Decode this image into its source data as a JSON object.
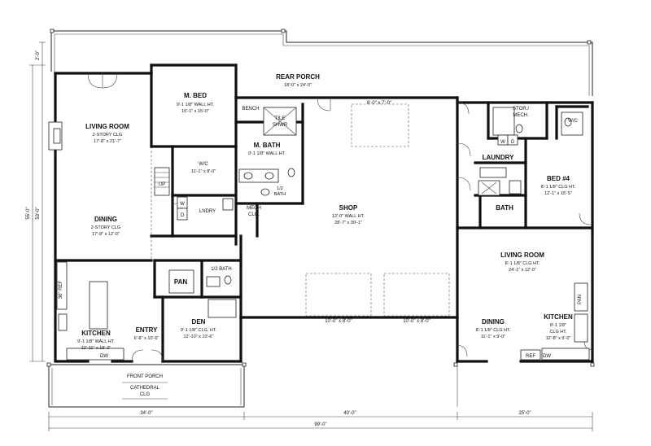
{
  "rooms": {
    "rear_porch": {
      "name": "REAR PORCH",
      "size": "18'-0\" x 24'-0\""
    },
    "living_room_left": {
      "name": "LIVING ROOM",
      "ceiling": "2-STORY CLG",
      "size": "17'-8\" x 21'-7\""
    },
    "master_bed": {
      "name": "M. BED",
      "wall": "9'-1 1/8\" WALL HT.",
      "size": "15'-1\" x 15'-0\""
    },
    "bench": {
      "name": "BENCH"
    },
    "tile_shower": {
      "line1": "TILE",
      "line2": "SHWR"
    },
    "master_bath": {
      "name": "M. BATH",
      "wall": "9'-1 1/8\" WALL HT."
    },
    "master_wic": {
      "name": "W/C",
      "size": "11'-1\" x 8'-0\""
    },
    "half_bath_upper": {
      "line1": "1/2",
      "line2": "BATH"
    },
    "laundry_left": {
      "name": "LNDRY"
    },
    "mech_clo": {
      "line1": "MECH",
      "line2": "CLO."
    },
    "shop": {
      "name": "SHOP",
      "wall": "12'-0\" WALL HT.",
      "size": "28'-7\" x 39'-1\""
    },
    "shop_door_top": {
      "size": "8'-0\" x 7'-0\""
    },
    "shop_door_left": {
      "size": "10'-0\" x 8'-0\""
    },
    "shop_door_right": {
      "size": "10'-0\" x 8'-0\""
    },
    "stor_mech": {
      "line1": "STOR./",
      "line2": "MECH."
    },
    "wic_right": {
      "name": "W/C"
    },
    "laundry_right": {
      "name": "LAUNDRY"
    },
    "bed4": {
      "name": "BED #4",
      "ceiling": "8'-1 1/8\" CLG HT.",
      "size": "12'-1\" x 15'-5\""
    },
    "bath_right": {
      "name": "BATH"
    },
    "dining_left": {
      "name": "DINING",
      "ceiling": "2-STORY CLG",
      "size": "17'-8\" x 12'-0\""
    },
    "pan_left": {
      "name": "PAN"
    },
    "half_bath_lower": {
      "name": "1/2 BATH"
    },
    "ref_36": {
      "name": "36\" REF"
    },
    "kitchen_left": {
      "name": "KITCHEN",
      "wall": "9'-1 1/8\" WALL HT.",
      "size": "12'-11\" x 18'-2\""
    },
    "dw_left": {
      "name": "DW"
    },
    "entry": {
      "name": "ENTRY",
      "size": "6'-8\" x 10'-6\""
    },
    "den": {
      "name": "DEN",
      "ceiling": "9'-1 1/8\" CLG. HT.",
      "size": "12'-10\" x 10'-6\""
    },
    "front_porch": {
      "name": "FRONT PORCH",
      "line2": "CATHEDRAL",
      "line3": "CLG"
    },
    "living_room_right": {
      "name": "LIVING ROOM",
      "ceiling": "8'-1 1/8\" CLG HT.",
      "size": "24'-1\" x 12'-0\""
    },
    "dining_right": {
      "name": "DINING",
      "ceiling": "8'-1 1/8\" CLG HT.",
      "size": "11'-1\" x 9'-0\""
    },
    "kitchen_right": {
      "name": "KITCHEN",
      "ceiling1": "8'-1 1/8\"",
      "ceiling2": "CLG HT.",
      "size": "12'-8\" x 9'-0\""
    },
    "pan_right": {
      "name": "PAN"
    },
    "ref_right": {
      "name": "REF"
    },
    "dw_right": {
      "name": "DW"
    },
    "washer_left": {
      "name": "W"
    },
    "dryer_left": {
      "name": "D"
    },
    "washer_right": {
      "name": "W"
    },
    "dryer_right": {
      "name": "D"
    },
    "up_stair": {
      "name": "UP"
    }
  },
  "dimensions": {
    "left_total": "55'-0\"",
    "left_inner": "53'-0\"",
    "left_top": "2'-0\"",
    "bottom_left": "34'-0\"",
    "bottom_mid": "40'-0\"",
    "bottom_right": "25'-0\"",
    "bottom_total": "99'-0\""
  }
}
